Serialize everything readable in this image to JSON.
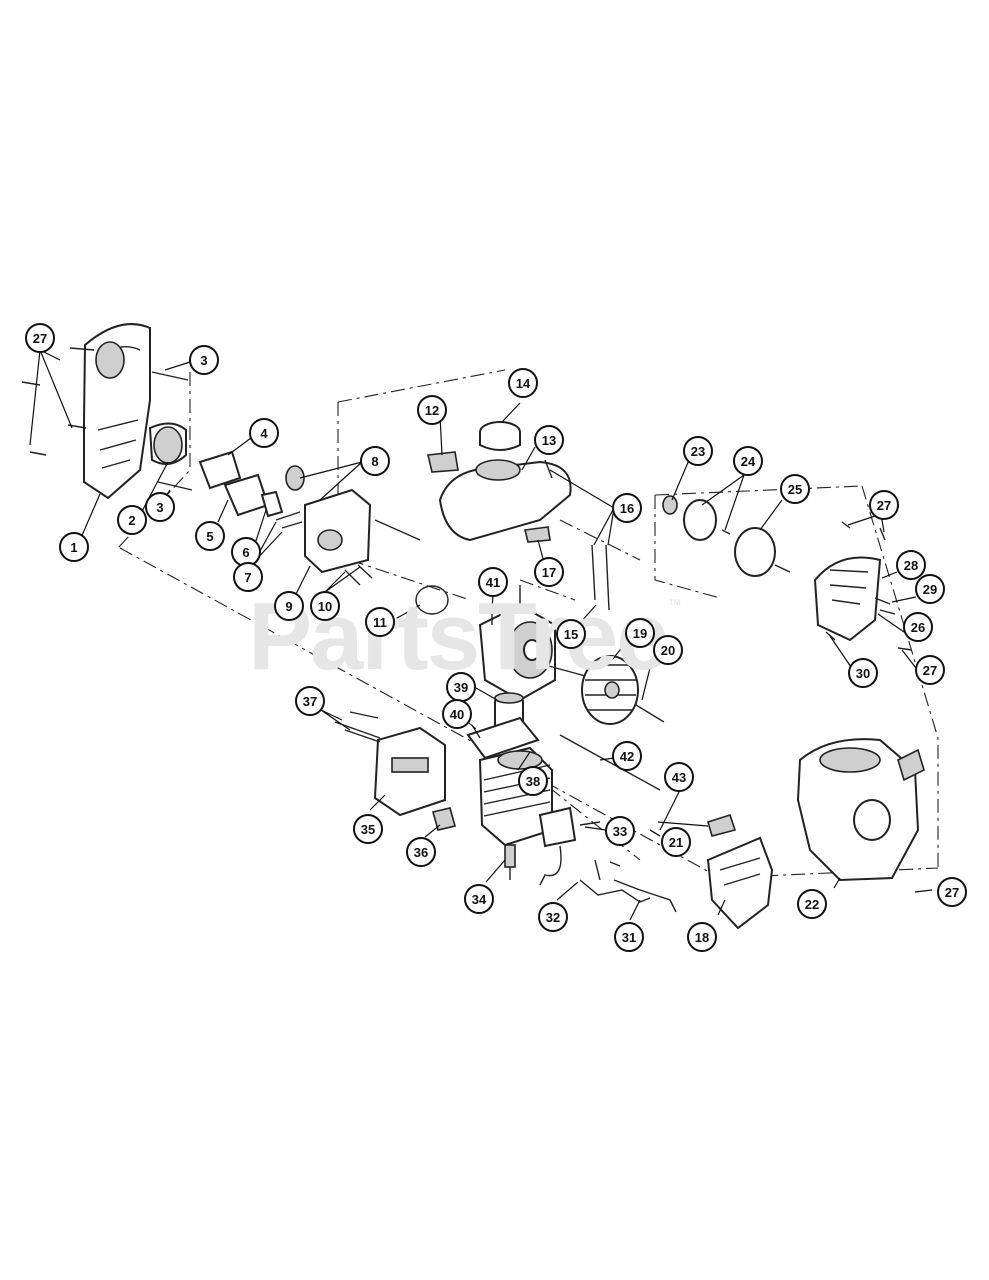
{
  "watermark": {
    "text": "PartsTree",
    "mark": "™"
  },
  "callouts": [
    "27",
    "3",
    "4",
    "1",
    "2",
    "3",
    "5",
    "6",
    "7",
    "8",
    "9",
    "10",
    "11",
    "12",
    "14",
    "13",
    "16",
    "17",
    "41",
    "15",
    "23",
    "24",
    "25",
    "27",
    "28",
    "29",
    "26",
    "30",
    "27",
    "19",
    "20",
    "39",
    "40",
    "37",
    "38",
    "42",
    "43",
    "35",
    "36",
    "33",
    "21",
    "34",
    "32",
    "31",
    "18",
    "22",
    "27"
  ]
}
